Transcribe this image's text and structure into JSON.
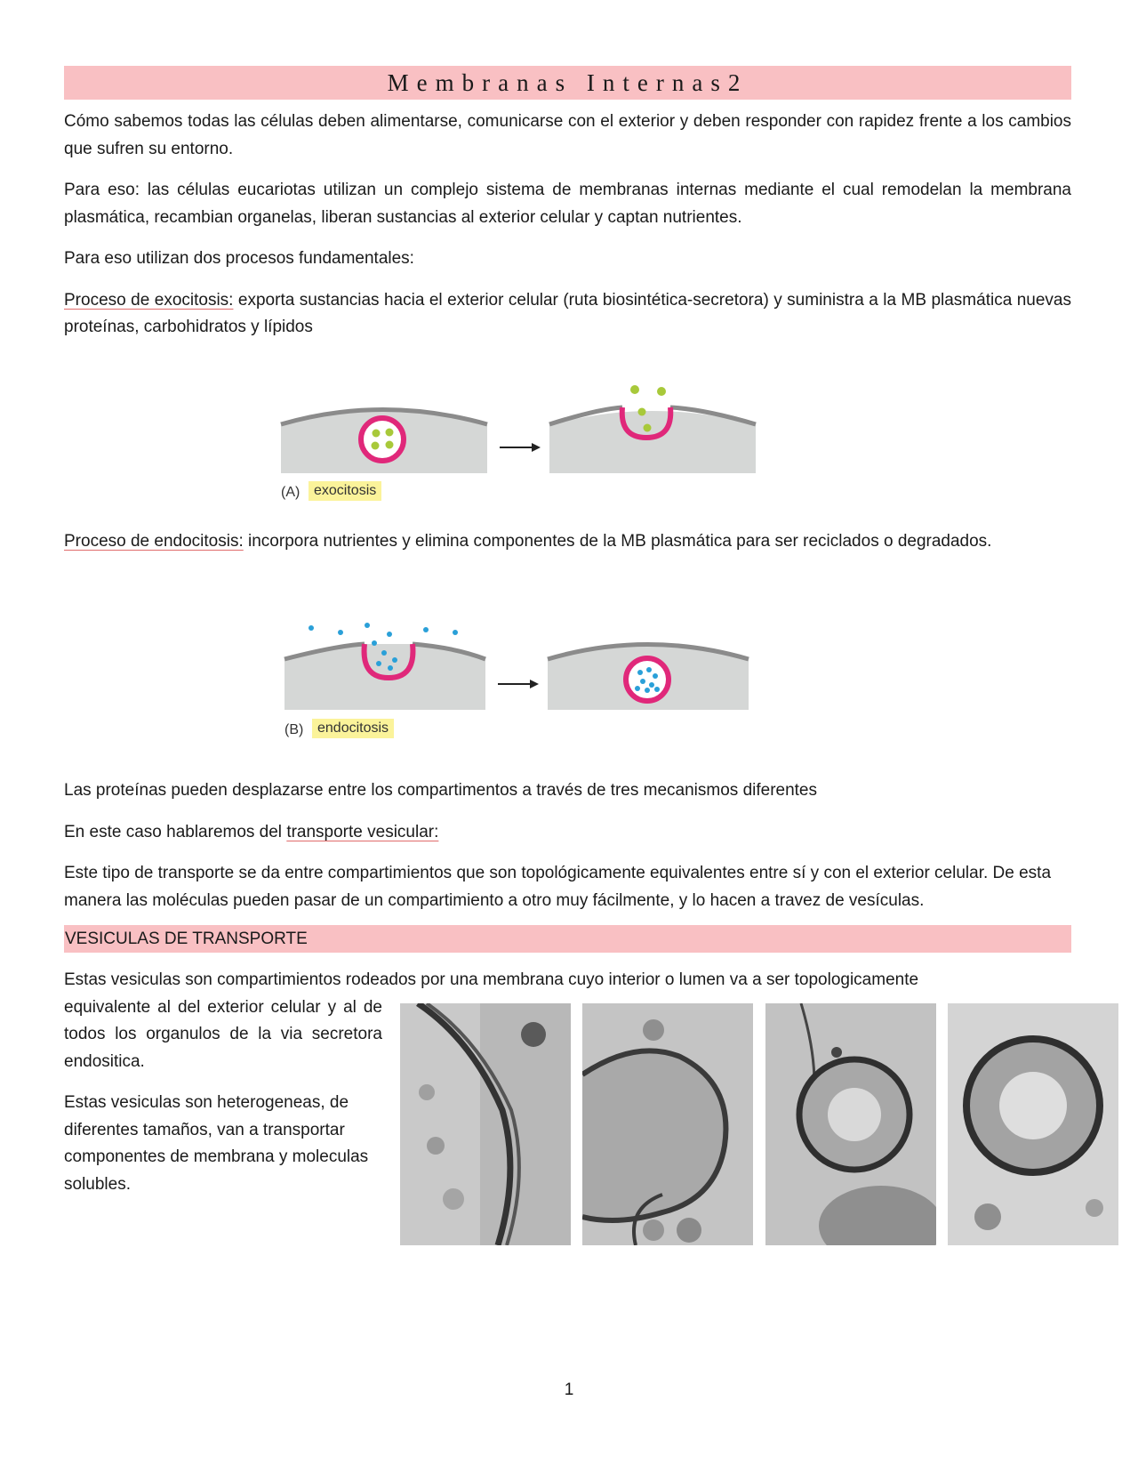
{
  "title": "Membranas Internas2",
  "paragraphs": {
    "intro": "Cómo sabemos todas las células deben alimentarse, comunicarse con el exterior y deben responder con rapidez frente a los cambios que sufren su entorno.",
    "para_eso": "Para eso: las células eucariotas utilizan un complejo sistema de membranas internas mediante el cual remodelan la membrana plasmática, recambian organelas, liberan sustancias al exterior celular y captan nutrientes.",
    "dos_procesos": "Para eso utilizan dos procesos fundamentales:",
    "exo_term": "Proceso de exocitosis:",
    "exo_text": " exporta sustancias hacia el exterior celular (ruta biosintética-secretora) y suministra a la MB plasmática nuevas proteínas, carbohidratos y lípidos",
    "endo_term": "Proceso de endocitosis:",
    "endo_text": " incorpora nutrientes y elimina componentes de la MB plasmática para ser reciclados o degradados.",
    "proteinas": "Las proteínas pueden desplazarse entre los compartimentos a través de tres mecanismos diferentes",
    "hablaremos_pre": "En este caso hablaremos del ",
    "hablaremos_term": "transporte vesicular:",
    "tipo": "Este tipo de transporte se da entre compartimientos que son topológicamente equivalentes entre sí y con el exterior celular. De esta manera las moléculas pueden pasar de un compartimiento a otro muy fácilmente, y lo hacen a travez de vesículas."
  },
  "figures": {
    "a_letter": "(A)",
    "a_label": "exocitosis",
    "b_letter": "(B)",
    "b_label": "endocitosis"
  },
  "section": {
    "heading": "VESICULAS DE TRANSPORTE",
    "line1": "Estas vesiculas son compartimientos rodeados por una membrana cuyo interior o lumen va a ser topologicamente",
    "cont": "equivalente al del exterior celular y al de todos los organulos de la via secretora endositica.",
    "hetero": "Estas vesiculas son heterogeneas, de diferentes tamaños, van a transportar componentes de membrana y moleculas solubles."
  },
  "page_number": "1",
  "colors": {
    "highlight": "#f9c0c3",
    "label_bg": "#fbf39a",
    "membrane": "#e0287a",
    "cargo_exo": "#a8c93a",
    "cargo_endo": "#2aa0d8"
  }
}
